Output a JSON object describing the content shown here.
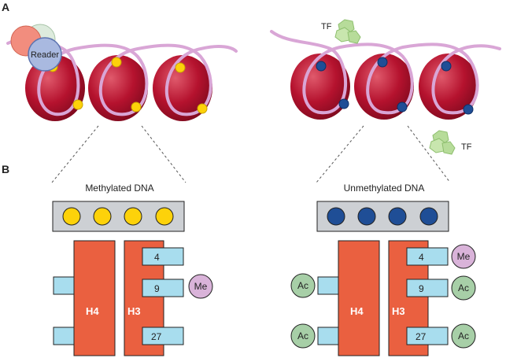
{
  "panels": {
    "a": "A",
    "b": "B"
  },
  "panel_a": {
    "left": {
      "reader_label": "Reader",
      "dot_color": "#FDD20A"
    },
    "right": {
      "tf_label_top": "TF",
      "tf_label_bottom": "TF",
      "dot_color": "#1F4E96"
    }
  },
  "panel_b": {
    "left": {
      "title": "Methylated DNA",
      "dot_color": "#FDD20A",
      "h4_label": "H4",
      "h3_label": "H3",
      "h3_tails": [
        "4",
        "9",
        "27"
      ],
      "me_label": "Me"
    },
    "right": {
      "title": "Unmethylated DNA",
      "dot_color": "#1F4E96",
      "h4_label": "H4",
      "h3_label": "H3",
      "h3_tails": [
        "4",
        "9",
        "27"
      ],
      "me_label": "Me",
      "ac_label": "Ac"
    }
  },
  "colors": {
    "nucleosome": "#B5122E",
    "dna_strand": "#D9A6D6",
    "histone_block": "#EA6040",
    "tail": "#A8DDEE",
    "methyl_mark": "#D9B3D9",
    "acetyl_mark": "#A7CFA7",
    "reader": "#A9B9E0",
    "tf": "#B7DC9A",
    "dna_box": "#CDD0D4"
  }
}
